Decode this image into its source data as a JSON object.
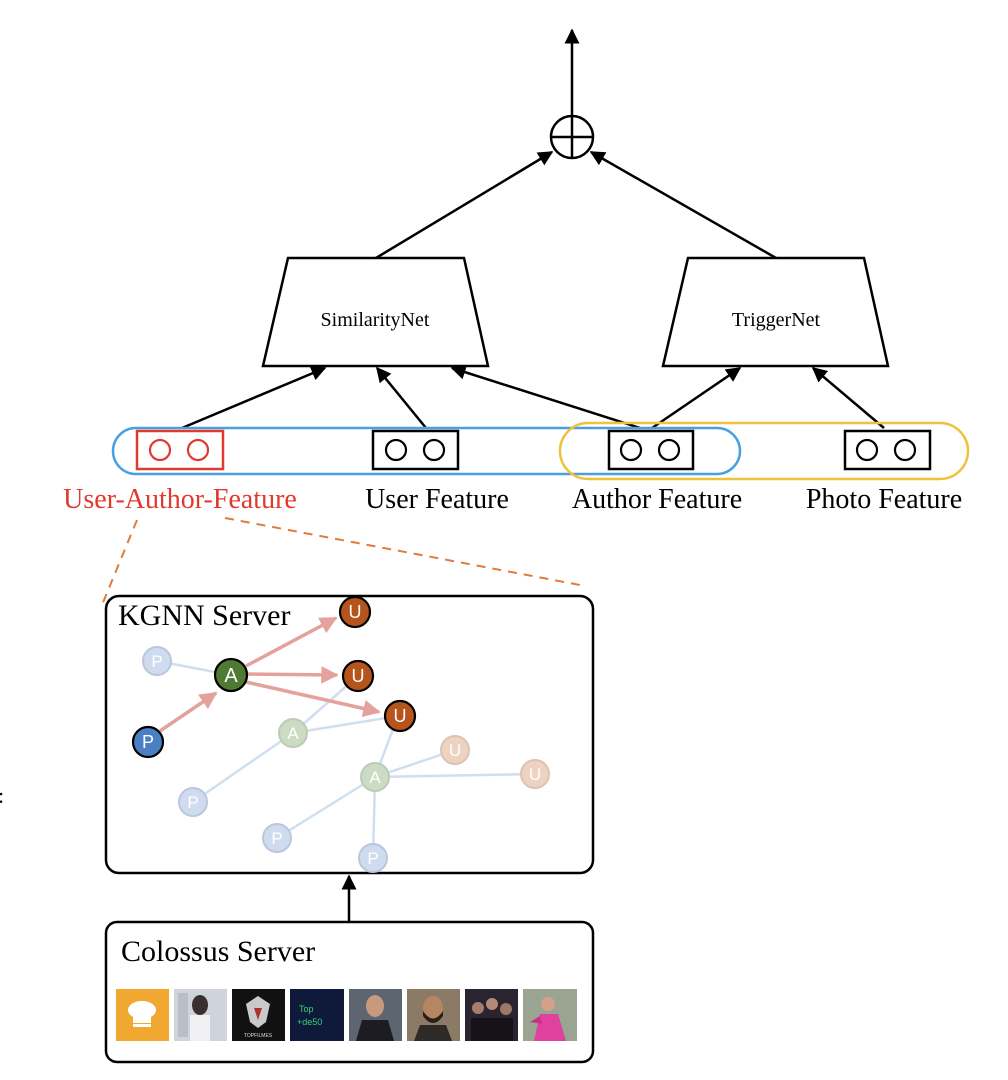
{
  "nets": {
    "similarity_label": "SimilarityNet",
    "trigger_label": "TriggerNet"
  },
  "features": {
    "user_author": "User-Author-Feature",
    "user": "User Feature",
    "author": "Author Feature",
    "photo": "Photo Feature"
  },
  "kgnn": {
    "title": "KGNN Server",
    "nodes": [
      {
        "id": "U1",
        "label": "U",
        "type": "user",
        "faded": false
      },
      {
        "id": "U2",
        "label": "U",
        "type": "user",
        "faded": false
      },
      {
        "id": "U3",
        "label": "U",
        "type": "user",
        "faded": false
      },
      {
        "id": "A1",
        "label": "A",
        "type": "author",
        "faded": false
      },
      {
        "id": "P1",
        "label": "P",
        "type": "photo",
        "faded": false
      },
      {
        "id": "P0",
        "label": "P",
        "type": "photo",
        "faded": true
      },
      {
        "id": "A2",
        "label": "A",
        "type": "author",
        "faded": true
      },
      {
        "id": "A3",
        "label": "A",
        "type": "author",
        "faded": true
      },
      {
        "id": "U4",
        "label": "U",
        "type": "user",
        "faded": true
      },
      {
        "id": "U5",
        "label": "U",
        "type": "user",
        "faded": true
      },
      {
        "id": "P2",
        "label": "P",
        "type": "photo",
        "faded": true
      },
      {
        "id": "P3",
        "label": "P",
        "type": "photo",
        "faded": true
      },
      {
        "id": "P4",
        "label": "P",
        "type": "photo",
        "faded": true
      }
    ]
  },
  "colossus": {
    "title": "Colossus Server",
    "thumb_text": "Top\n+de50",
    "logo_text": "TOPFILMES"
  },
  "colors": {
    "red": "#e03a2f",
    "blue_outline": "#4a9fe0",
    "yellow_outline": "#f0c23c",
    "dash": "#e07b39",
    "user_node": "#b5541c",
    "author_node": "#4e7a32",
    "photo_node": "#4a7fc4",
    "edge_active": "#e3a29b",
    "edge_faded": "#d0dff0"
  }
}
